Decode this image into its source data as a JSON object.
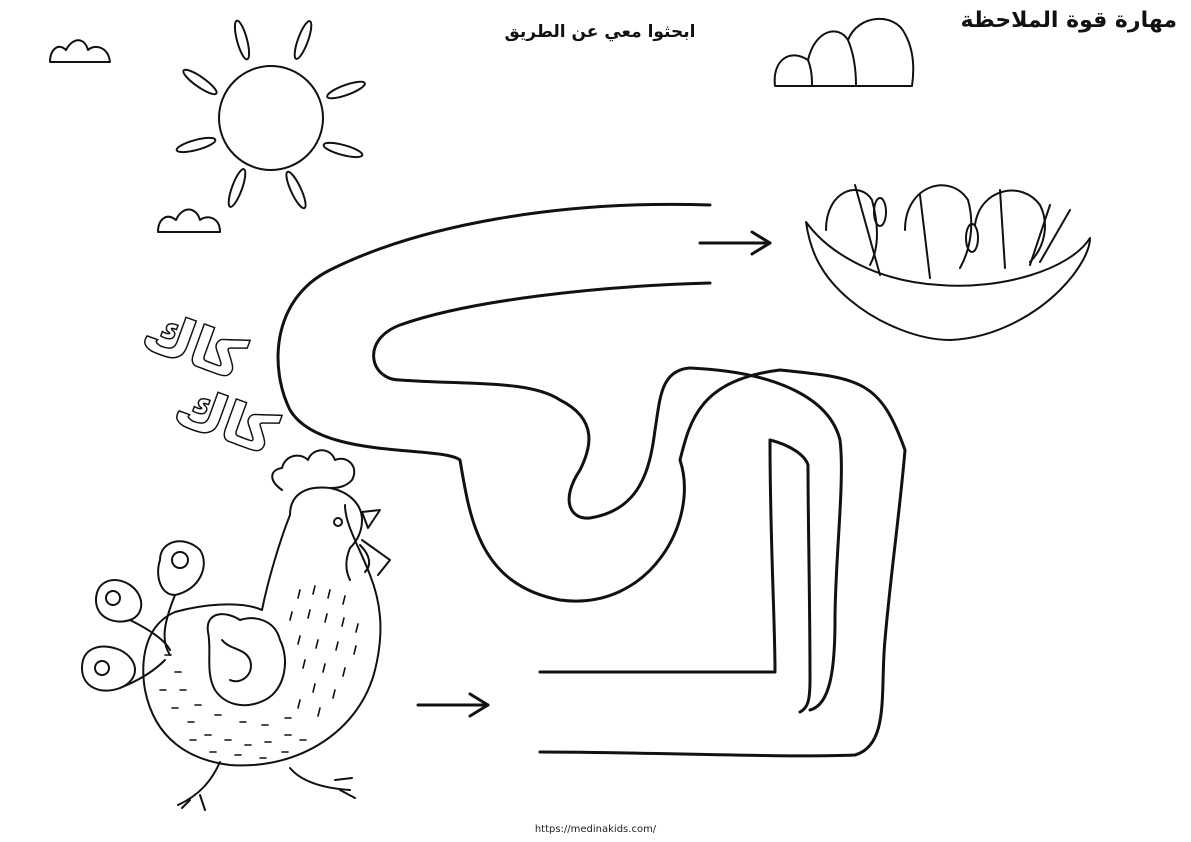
{
  "header": {
    "skill_title": "مهارة قوة الملاحظة",
    "instruction": "ابحثوا معي عن الطريق"
  },
  "decor": {
    "sound_word_1": "كاك",
    "sound_word_2": "كاك"
  },
  "footer": {
    "url": "https://medinakids.com/"
  },
  "colors": {
    "ink": "#111111",
    "paper": "#ffffff"
  },
  "icons": [
    "sun-icon",
    "cloud-icon",
    "chicken-icon",
    "nest-icon",
    "arrow-right-icon"
  ]
}
